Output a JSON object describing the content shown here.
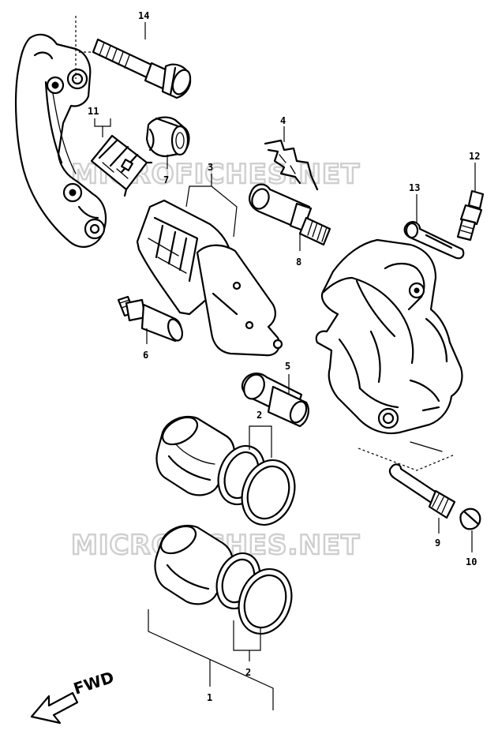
{
  "watermarks": [
    "MICROFICHES.NET",
    "MICROFICHES.NET"
  ],
  "direction_label": "FWD",
  "callouts": [
    {
      "id": "1",
      "label": "1"
    },
    {
      "id": "2a",
      "label": "2"
    },
    {
      "id": "2b",
      "label": "2"
    },
    {
      "id": "3",
      "label": "3"
    },
    {
      "id": "4",
      "label": "4"
    },
    {
      "id": "5",
      "label": "5"
    },
    {
      "id": "6",
      "label": "6"
    },
    {
      "id": "7",
      "label": "7"
    },
    {
      "id": "8",
      "label": "8"
    },
    {
      "id": "9",
      "label": "9"
    },
    {
      "id": "10",
      "label": "10"
    },
    {
      "id": "11",
      "label": "11"
    },
    {
      "id": "12",
      "label": "12"
    },
    {
      "id": "13",
      "label": "13"
    },
    {
      "id": "14",
      "label": "14"
    }
  ]
}
